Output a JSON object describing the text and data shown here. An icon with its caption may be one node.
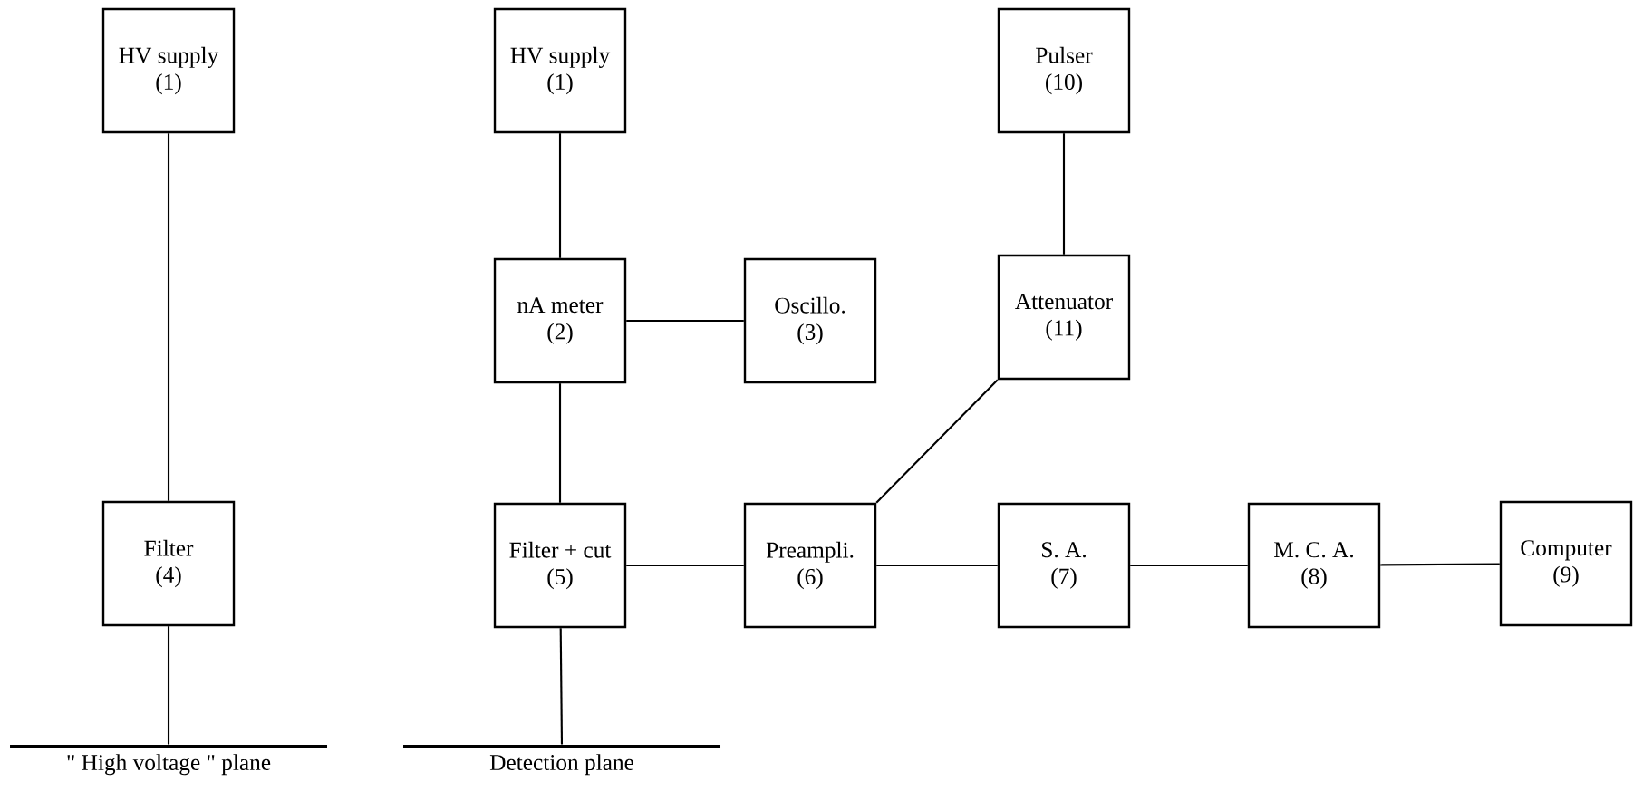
{
  "diagram": {
    "nodes": [
      {
        "text": [
          "HV supply",
          "(1)"
        ]
      },
      {
        "text": [
          "Filter",
          "(4)"
        ]
      },
      {
        "text": [
          "\" High voltage \" plane"
        ]
      },
      {
        "text": [
          "HV supply",
          "(1)"
        ]
      },
      {
        "text": [
          "nA meter",
          "(2)"
        ]
      },
      {
        "text": [
          "Oscillo.",
          "(3)"
        ]
      },
      {
        "text": [
          "Filter + cut",
          "(5)"
        ]
      },
      {
        "text": [
          "Detection plane"
        ]
      },
      {
        "text": [
          "Preampli.",
          "(6)"
        ]
      },
      {
        "text": [
          "Pulser",
          "(10)"
        ]
      },
      {
        "text": [
          "Attenuator",
          "(11)"
        ]
      },
      {
        "text": [
          "S. A.",
          "(7)"
        ]
      },
      {
        "text": [
          "M. C. A.",
          "(8)"
        ]
      },
      {
        "text": [
          "Computer",
          "(9)"
        ]
      }
    ],
    "edges": [
      {
        "from": 0,
        "to": 1,
        "arrow": "none"
      },
      {
        "from": 1,
        "to": 2,
        "arrow": "none"
      },
      {
        "from": 3,
        "to": 4,
        "arrow": "none"
      },
      {
        "from": 4,
        "to": 5,
        "arrow": "none"
      },
      {
        "from": 4,
        "to": 6,
        "arrow": "none"
      },
      {
        "from": 6,
        "to": 7,
        "arrow": "none"
      },
      {
        "from": 6,
        "to": 8,
        "arrow": "none"
      },
      {
        "from": 9,
        "to": 10,
        "arrow": "none"
      },
      {
        "from": 8,
        "to": 10,
        "arrow": "none"
      },
      {
        "from": 8,
        "to": 11,
        "arrow": "none"
      },
      {
        "from": 11,
        "to": 12,
        "arrow": "none"
      },
      {
        "from": 12,
        "to": 13,
        "arrow": "none"
      }
    ]
  }
}
